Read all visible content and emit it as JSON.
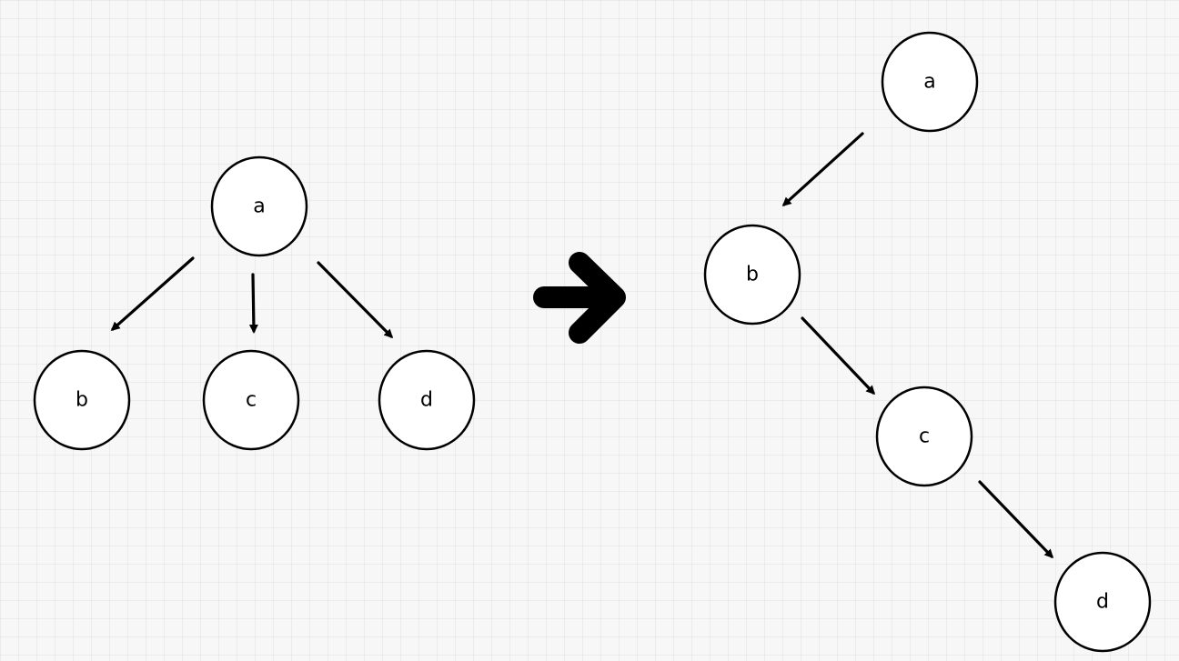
{
  "diagram": {
    "left_tree": {
      "nodes": [
        {
          "id": "a",
          "label": "a"
        },
        {
          "id": "b",
          "label": "b"
        },
        {
          "id": "c",
          "label": "c"
        },
        {
          "id": "d",
          "label": "d"
        }
      ],
      "edges": [
        {
          "from": "a",
          "to": "b"
        },
        {
          "from": "a",
          "to": "c"
        },
        {
          "from": "a",
          "to": "d"
        }
      ]
    },
    "right_tree": {
      "nodes": [
        {
          "id": "a",
          "label": "a"
        },
        {
          "id": "b",
          "label": "b"
        },
        {
          "id": "c",
          "label": "c"
        },
        {
          "id": "d",
          "label": "d"
        }
      ],
      "edges": [
        {
          "from": "a",
          "to": "b"
        },
        {
          "from": "b",
          "to": "c"
        },
        {
          "from": "c",
          "to": "d"
        }
      ]
    },
    "transform_arrow": "right-arrow-icon",
    "colors": {
      "background": "#f7f7f7",
      "stroke": "#000000",
      "node_fill": "#ffffff"
    }
  }
}
